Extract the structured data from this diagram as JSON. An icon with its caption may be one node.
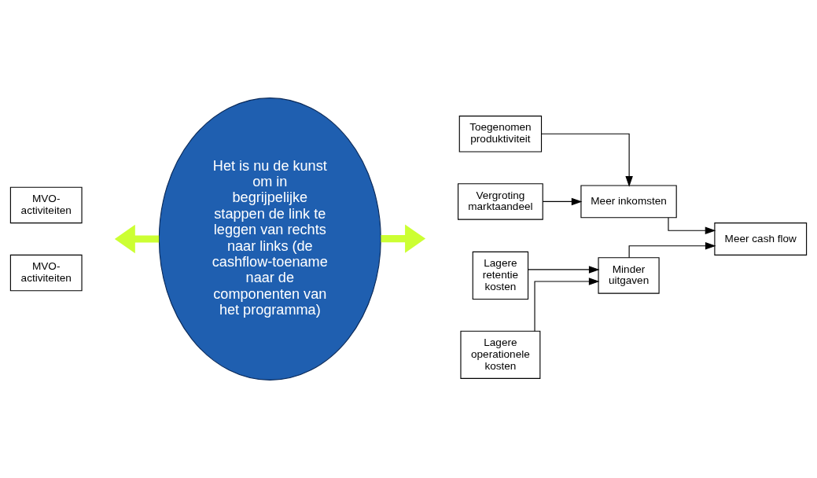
{
  "diagram": {
    "nodes": [
      {
        "text": [
          "MVO-activiteiten"
        ]
      },
      {
        "text": [
          "MVO-activiteiten"
        ]
      },
      {
        "text": [
          "Het is nu de kunst om in begrijpelijke stappen de link te leggen van rechts naar links (de cashflow-toename naar de componenten van het programma)"
        ]
      },
      {
        "text": [
          "Toegenomen produktiviteit"
        ]
      },
      {
        "text": [
          "Meer inkomsten"
        ]
      },
      {
        "text": [
          "Vergroting marktaandeel"
        ]
      },
      {
        "text": [
          "Lagere retentie kosten"
        ]
      },
      {
        "text": [
          "Minder uitgaven"
        ]
      },
      {
        "text": [
          "Lagere operationele kosten"
        ]
      },
      {
        "text": [
          "Meer cash flow"
        ]
      }
    ],
    "edges": [
      {
        "from": 2,
        "to": null,
        "arrow": "to",
        "style": "thick",
        "color": "#ccff33"
      },
      {
        "from": 2,
        "to": null,
        "arrow": "to",
        "style": "thick",
        "color": "#ccff33"
      },
      {
        "from": 3,
        "to": 4,
        "arrow": "to"
      },
      {
        "from": 5,
        "to": 4,
        "arrow": "to"
      },
      {
        "from": 4,
        "to": 9,
        "arrow": "to"
      },
      {
        "from": 6,
        "to": 7,
        "arrow": "to"
      },
      {
        "from": 8,
        "to": 7,
        "arrow": "to"
      },
      {
        "from": 7,
        "to": 9,
        "arrow": "to"
      }
    ]
  }
}
